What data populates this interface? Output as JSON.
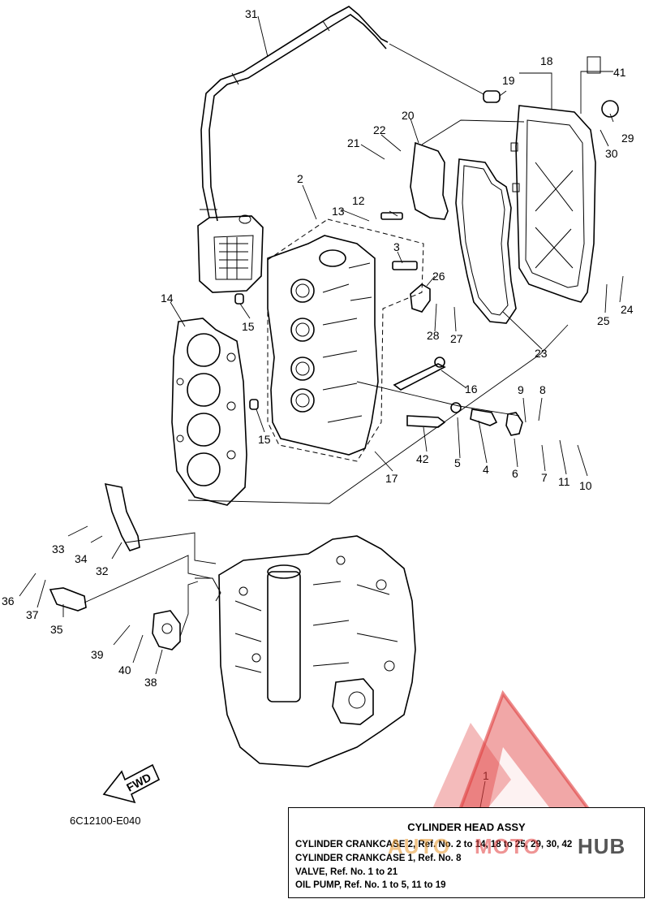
{
  "diagram_code": "6C12100-E040",
  "fwd_label": "FWD",
  "callouts": [
    "1",
    "2",
    "3",
    "4",
    "5",
    "6",
    "7",
    "8",
    "9",
    "10",
    "11",
    "12",
    "13",
    "14",
    "15",
    "15",
    "16",
    "17",
    "18",
    "19",
    "20",
    "21",
    "22",
    "23",
    "24",
    "25",
    "26",
    "27",
    "28",
    "29",
    "30",
    "31",
    "32",
    "33",
    "34",
    "35",
    "36",
    "37",
    "38",
    "39",
    "40",
    "41",
    "42"
  ],
  "info": {
    "title": "CYLINDER HEAD ASSY",
    "lines": [
      "CYLINDER CRANKCASE 2,  Ref. No. 2 to 14, 18 to 25, 29, 30, 42",
      "CYLINDER CRANKCASE 1,  Ref. No. 8",
      "VALVE,   Ref. No. 1 to 21",
      "OIL PUMP,  Ref. No. 1 to 5, 11 to 19"
    ]
  },
  "watermark": {
    "part1": "AUTO",
    "part2": "MOTO",
    "part3": "HUB"
  },
  "colors": {
    "line": "#000000",
    "watermark_red": "#e03c3c",
    "watermark_orange": "#e89628"
  }
}
